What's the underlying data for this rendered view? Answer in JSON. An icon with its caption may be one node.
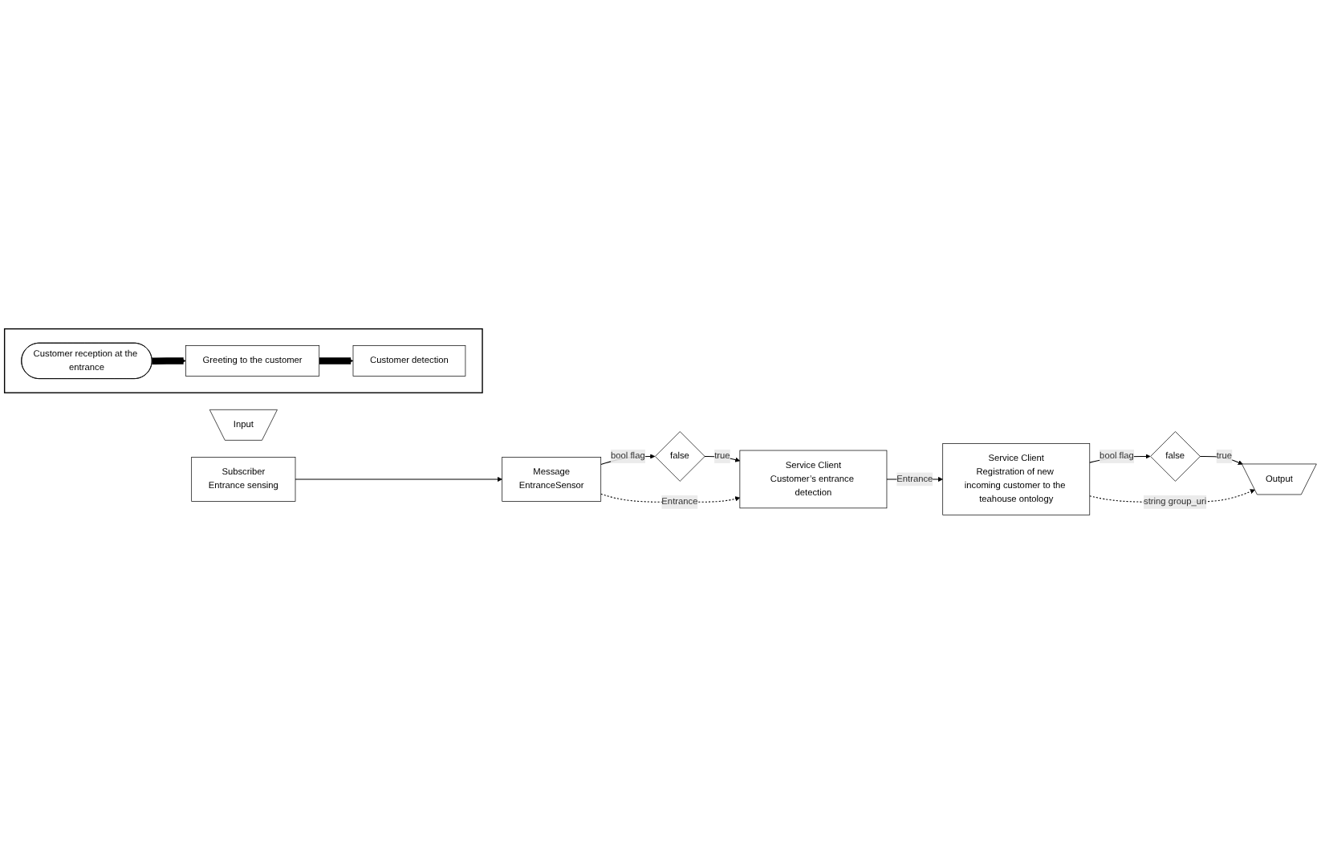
{
  "diagram": {
    "nodes": [
      {
        "text": [],
        "shape": "box"
      },
      {
        "text": [
          "Customer reception at the entrance"
        ],
        "in": 0
      },
      {
        "text": [
          "Greeting to the customer"
        ],
        "in": 0
      },
      {
        "text": [
          "Customer detection"
        ],
        "in": 0
      },
      {
        "text": [
          "Input"
        ]
      },
      {
        "text": [
          "Subscriber",
          "Entrance sensing"
        ]
      },
      {
        "text": [
          "Message",
          "EntranceSensor"
        ]
      },
      {
        "text": [
          "false"
        ]
      },
      {
        "text": [
          "Service Client",
          "Customer’s entrance detection"
        ]
      },
      {
        "text": [
          "Service Client",
          "Registration of new incoming customer to the teahouse ontology"
        ]
      },
      {
        "text": [
          "false"
        ]
      },
      {
        "text": [
          "Output"
        ]
      }
    ],
    "edges": [
      {
        "from": 1,
        "to": 2,
        "arrow": "to",
        "style": "thick"
      },
      {
        "from": 2,
        "to": 3,
        "arrow": "to",
        "style": "thick"
      },
      {
        "from": 5,
        "to": 6,
        "arrow": "to"
      },
      {
        "from": 6,
        "to": 7,
        "arrow": "to",
        "label": "bool flag"
      },
      {
        "from": 7,
        "to": 8,
        "arrow": "to",
        "label": "true"
      },
      {
        "from": 6,
        "to": 8,
        "arrow": "to",
        "label": "Entrance",
        "style": "dashed"
      },
      {
        "from": 8,
        "to": 9,
        "arrow": "to",
        "label": "Entrance"
      },
      {
        "from": 9,
        "to": 10,
        "arrow": "to",
        "label": "bool flag"
      },
      {
        "from": 10,
        "to": 11,
        "arrow": "to",
        "label": "true"
      },
      {
        "from": 9,
        "to": 11,
        "arrow": "to",
        "label": "string group_uri",
        "style": "dashed"
      }
    ]
  }
}
